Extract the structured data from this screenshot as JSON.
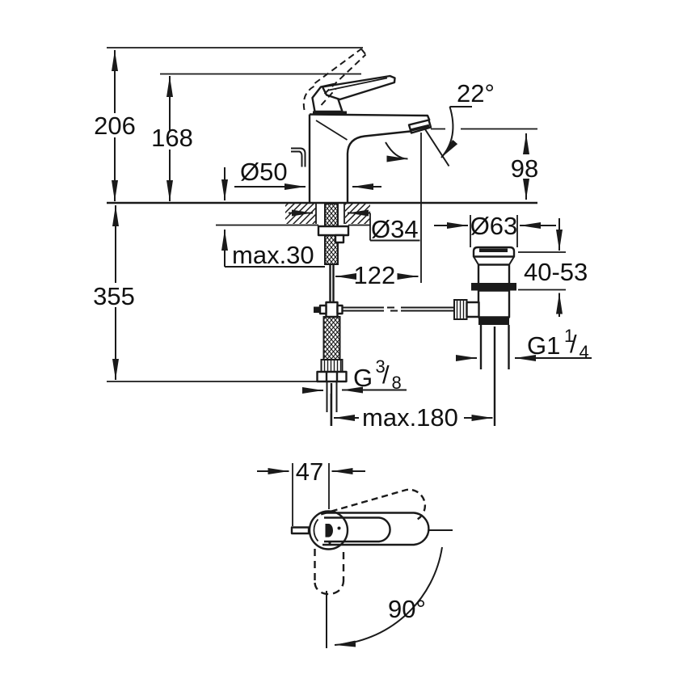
{
  "side_view": {
    "labels": {
      "total_height": "206",
      "lever_height": "168",
      "base_diameter": "Ø50",
      "spout_angle": "22°",
      "spout_height": "98",
      "hole_diameter": "Ø34",
      "max_deck_thickness": "max.30",
      "spout_reach": "122",
      "waste_flange_diameter": "Ø63",
      "clamping_range": "40-53",
      "install_depth": "355",
      "waste_thread_prefix": "G1",
      "waste_thread_numerator": "1",
      "waste_thread_slash": "/",
      "waste_thread_denominator": "4",
      "supply_thread_prefix": "G",
      "supply_thread_numerator": "3",
      "supply_thread_slash": "/",
      "supply_thread_denominator": "8",
      "max_rod_length": "max.180"
    }
  },
  "top_view": {
    "labels": {
      "handle_offset": "47",
      "swivel_angle": "90°"
    }
  }
}
